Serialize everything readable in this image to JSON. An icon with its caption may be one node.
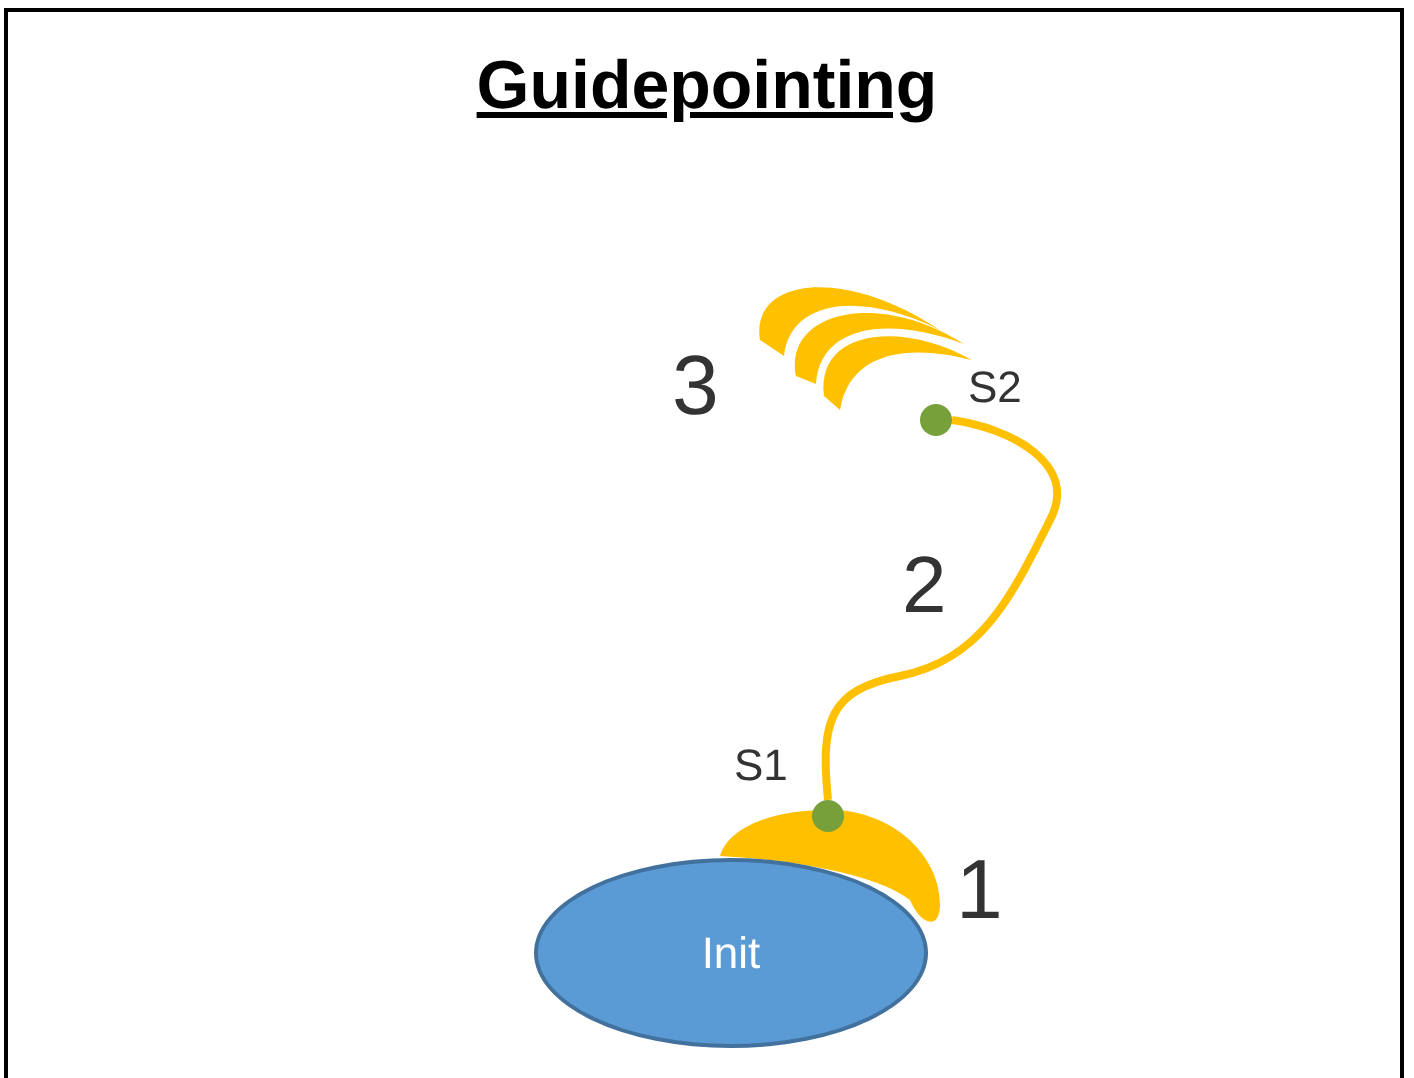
{
  "diagram": {
    "title": "Guidepointing",
    "nodes": [
      {
        "text": [
          "Init"
        ]
      },
      {
        "text": [],
        "shape": "circle",
        "beside": [
          "S1"
        ]
      },
      {
        "text": [],
        "shape": "circle",
        "beside": [
          "S2"
        ]
      }
    ],
    "edges": [
      {
        "from": 1,
        "to": 2,
        "arrow": "none",
        "label": "2"
      }
    ],
    "labels": [
      "3",
      "1"
    ]
  }
}
